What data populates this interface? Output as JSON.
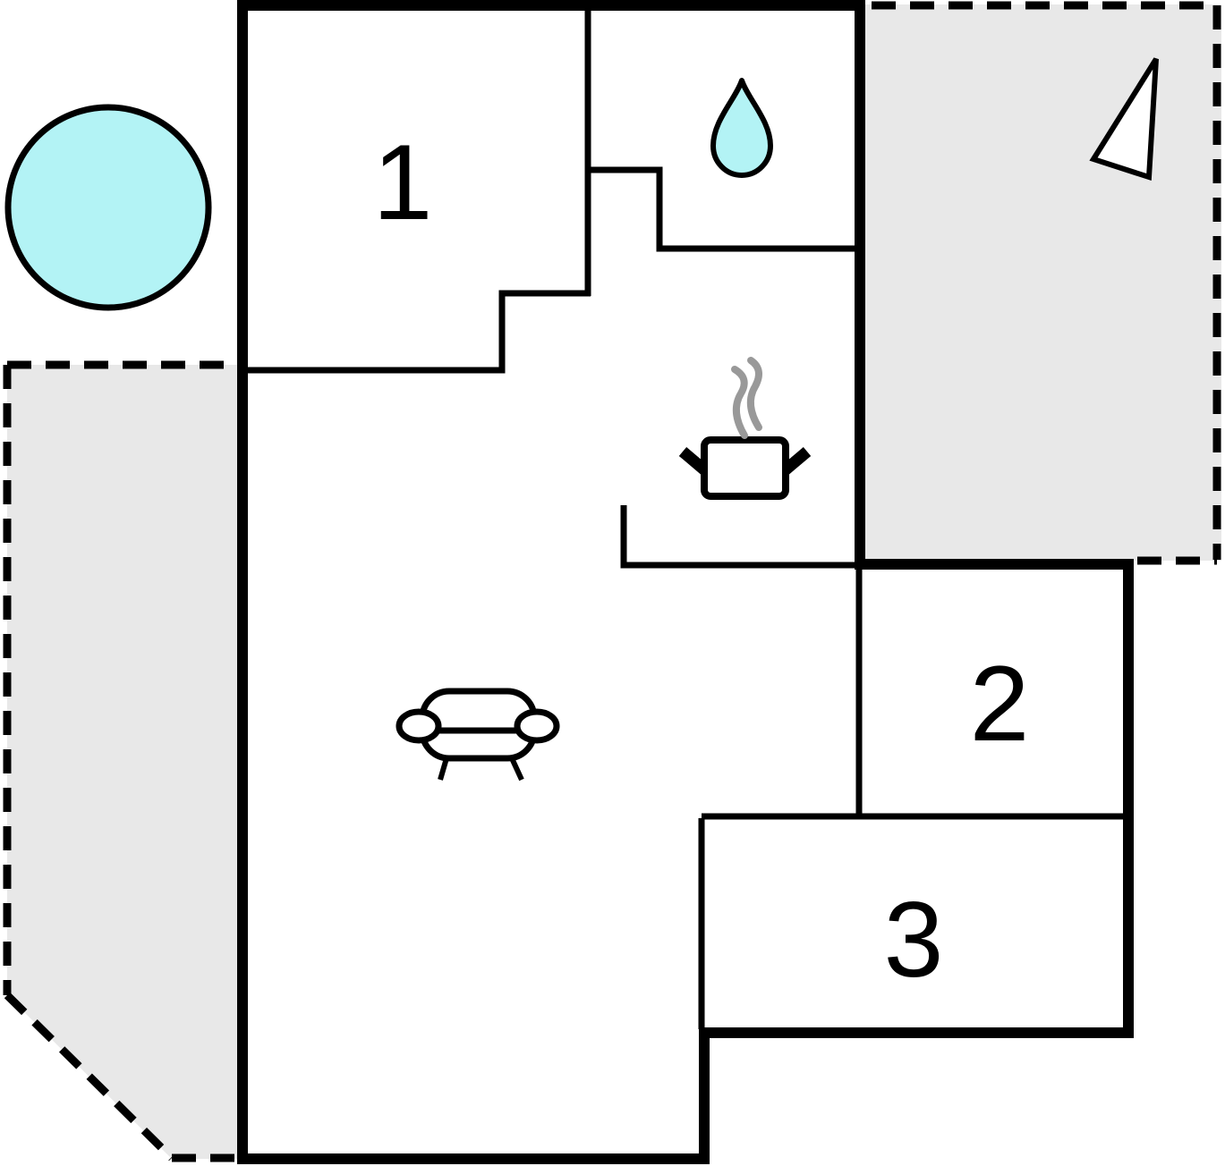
{
  "plan": {
    "type": "floor-plan",
    "rooms": [
      {
        "id": "room-1",
        "label": "1"
      },
      {
        "id": "room-2",
        "label": "2"
      },
      {
        "id": "room-3",
        "label": "3"
      }
    ],
    "icons": [
      "hot-tub-circle-icon",
      "water-drop-icon",
      "cooking-pot-icon",
      "steam-icon",
      "sofa-icon",
      "north-arrow-icon"
    ],
    "colors": {
      "wall": "#000000",
      "terrace": "#E8E8E8",
      "water": "#B3F3F5",
      "steam": "#999999",
      "arrow": "#FFFFFF",
      "background": "#FFFFFF"
    }
  }
}
